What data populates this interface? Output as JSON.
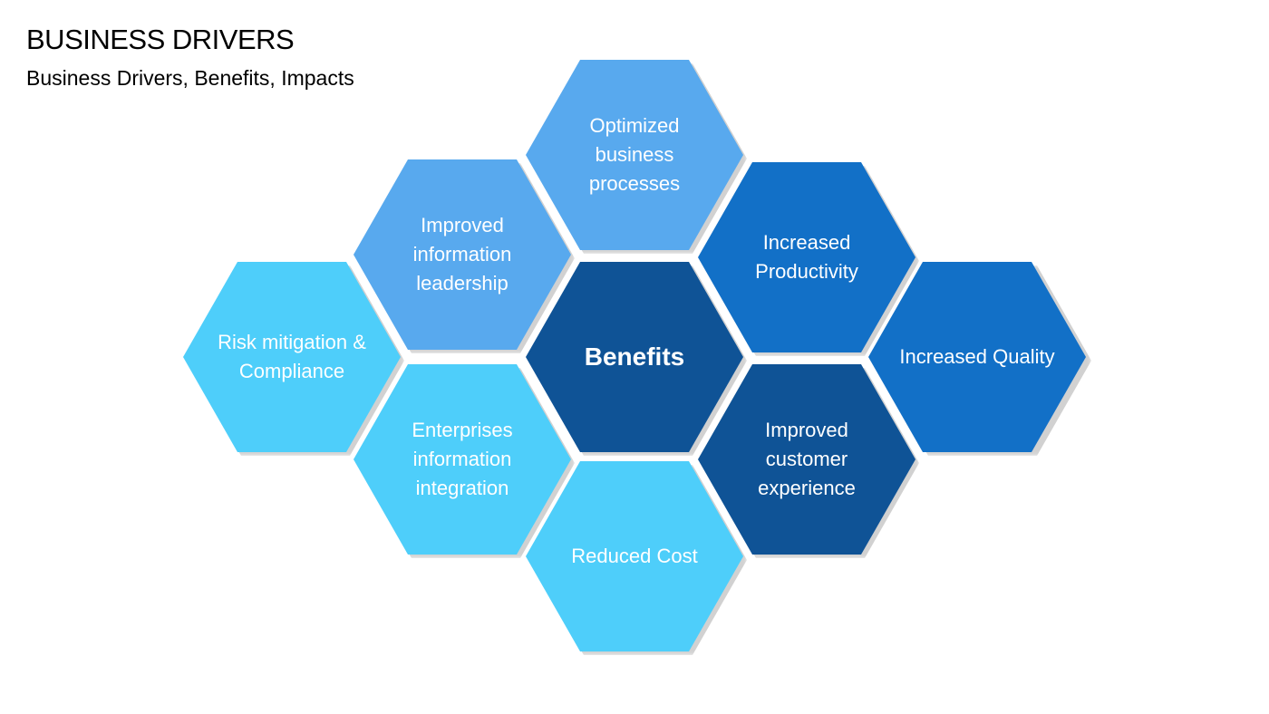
{
  "header": {
    "title": "BUSINESS DRIVERS",
    "subtitle": "Business Drivers, Benefits, Impacts"
  },
  "colors": {
    "sky": "#4ECEFA",
    "light_blue": "#58A9EE",
    "medium_blue": "#1270C7",
    "dark_blue": "#0F5396"
  },
  "hexagons": {
    "center": {
      "label": "Benefits"
    },
    "top": {
      "label": "Optimized business processes"
    },
    "upper_left": {
      "label": "Improved information leadership"
    },
    "upper_right": {
      "label": "Increased Productivity"
    },
    "far_left": {
      "label": "Risk mitigation & Compliance"
    },
    "far_right": {
      "label": "Increased Quality"
    },
    "lower_left": {
      "label": "Enterprises information integration"
    },
    "lower_right": {
      "label": "Improved customer experience"
    },
    "bottom": {
      "label": "Reduced Cost"
    }
  }
}
